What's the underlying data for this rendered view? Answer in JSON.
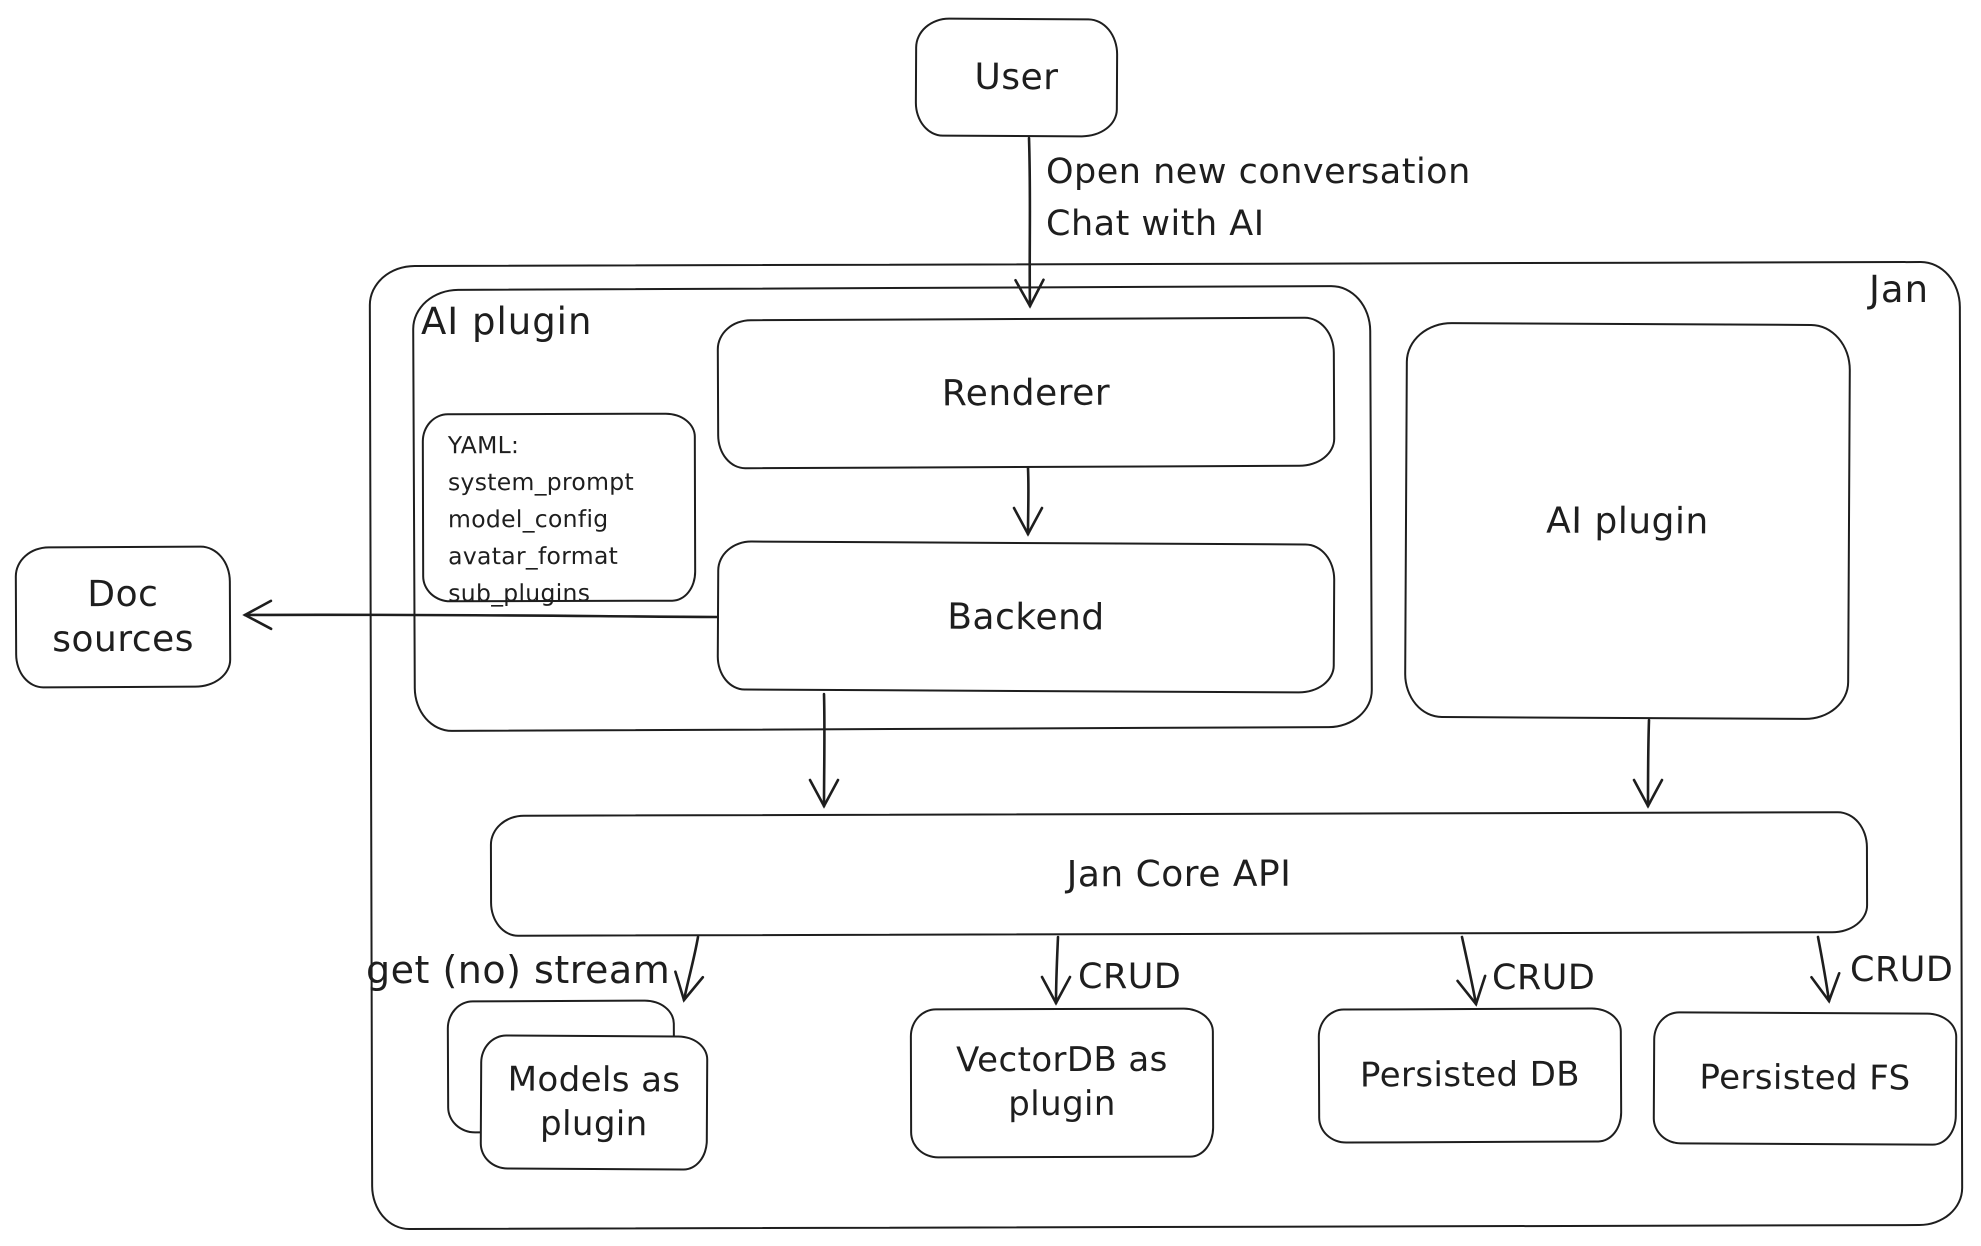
{
  "diagram": {
    "type": "hand-drawn architecture diagram",
    "colors": {
      "stroke": "#1e1e1e",
      "background": "#ffffff"
    },
    "nodes": {
      "user": {
        "label": "User"
      },
      "jan_container": {
        "label": "Jan"
      },
      "ai_plugin_container": {
        "label": "AI plugin"
      },
      "yaml_note": {
        "lines": [
          "YAML:",
          "system_prompt",
          "model_config",
          "avatar_format",
          "sub_plugins"
        ]
      },
      "renderer": {
        "label": "Renderer"
      },
      "backend": {
        "label": "Backend"
      },
      "doc_sources": {
        "label": "Doc sources"
      },
      "ai_plugin_box": {
        "label": "AI plugin"
      },
      "jan_core_api": {
        "label": "Jan Core API"
      },
      "models_as_plugin": {
        "lines": [
          "Models as",
          "plugin"
        ]
      },
      "vectordb_plugin": {
        "lines": [
          "VectorDB as",
          "plugin"
        ]
      },
      "persisted_db": {
        "label": "Persisted DB"
      },
      "persisted_fs": {
        "label": "Persisted FS"
      }
    },
    "edges": {
      "user_to_renderer": {
        "lines": [
          "Open new conversation",
          "Chat with AI"
        ]
      },
      "core_to_models": {
        "label": "get (no) stream"
      },
      "core_to_vectordb": {
        "label": "CRUD"
      },
      "core_to_persisted_db": {
        "label": "CRUD"
      },
      "core_to_persisted_fs": {
        "label": "CRUD"
      }
    }
  }
}
